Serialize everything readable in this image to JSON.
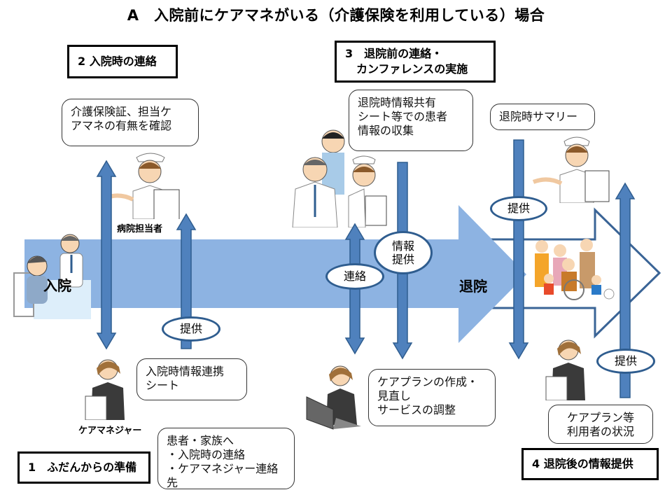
{
  "title": "A　入院前にケアマネがいる（介護保険を利用している）場合",
  "colors": {
    "main_arrow": "#8db3e2",
    "vertical_arrow": "#4f81bd",
    "vertical_arrow_edge": "#2f5d8f",
    "outline_arrow": "#3a6496",
    "border": "#000000"
  },
  "steps": [
    {
      "id": "1",
      "label": "1　ふだんからの準備"
    },
    {
      "id": "2",
      "label": "2 入院時の連絡"
    },
    {
      "id": "3",
      "label": "3　退院前の連絡・\n　カンファレンスの実施"
    },
    {
      "id": "4",
      "label": "4 退院後の情報提供"
    }
  ],
  "notes": {
    "insurance_check": "介護保険証、担当ケ\nアマネの有無を確認",
    "admission_sheet": "入院時情報連携\nシート",
    "patient_family": "患者・家族へ\n・入院時の連絡\n・ケアマネジャー連絡先",
    "discharge_info": "退院時情報共有\nシート等での患者\n情報の収集",
    "careplan_review": "ケアプランの作成・\n見直し\nサービスの調整",
    "discharge_summary": "退院時サマリー",
    "careplan_status": "ケアプラン等\n利用者の状況"
  },
  "ovals": {
    "provide_1": "提供",
    "contact": "連絡",
    "info_provide": "情報\n提供",
    "provide_2": "提供",
    "provide_3": "提供"
  },
  "labels": {
    "admission": "入院",
    "discharge": "退院",
    "hospital_staff": "病院担当者",
    "care_manager": "ケアマネジャー"
  },
  "illustrations": [
    "patient-doctor-illustration",
    "nurse-illustration",
    "medical-team-illustration",
    "family-illustration",
    "care-manager-illustration",
    "care-manager-laptop-illustration"
  ]
}
